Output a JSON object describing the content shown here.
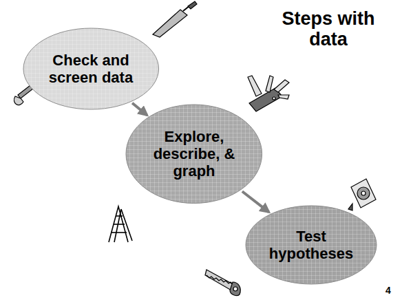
{
  "diagram": {
    "title": "Steps with data",
    "nodes": [
      {
        "text": [
          "Check and screen data"
        ]
      },
      {
        "text": [
          "Explore, describe, & graph"
        ]
      },
      {
        "text": [
          "Test hypotheses"
        ]
      }
    ],
    "edges": [
      {
        "from": 0,
        "to": 1,
        "arrow": "to"
      },
      {
        "from": 1,
        "to": 2,
        "arrow": "to"
      }
    ],
    "labels": [
      "4"
    ]
  }
}
